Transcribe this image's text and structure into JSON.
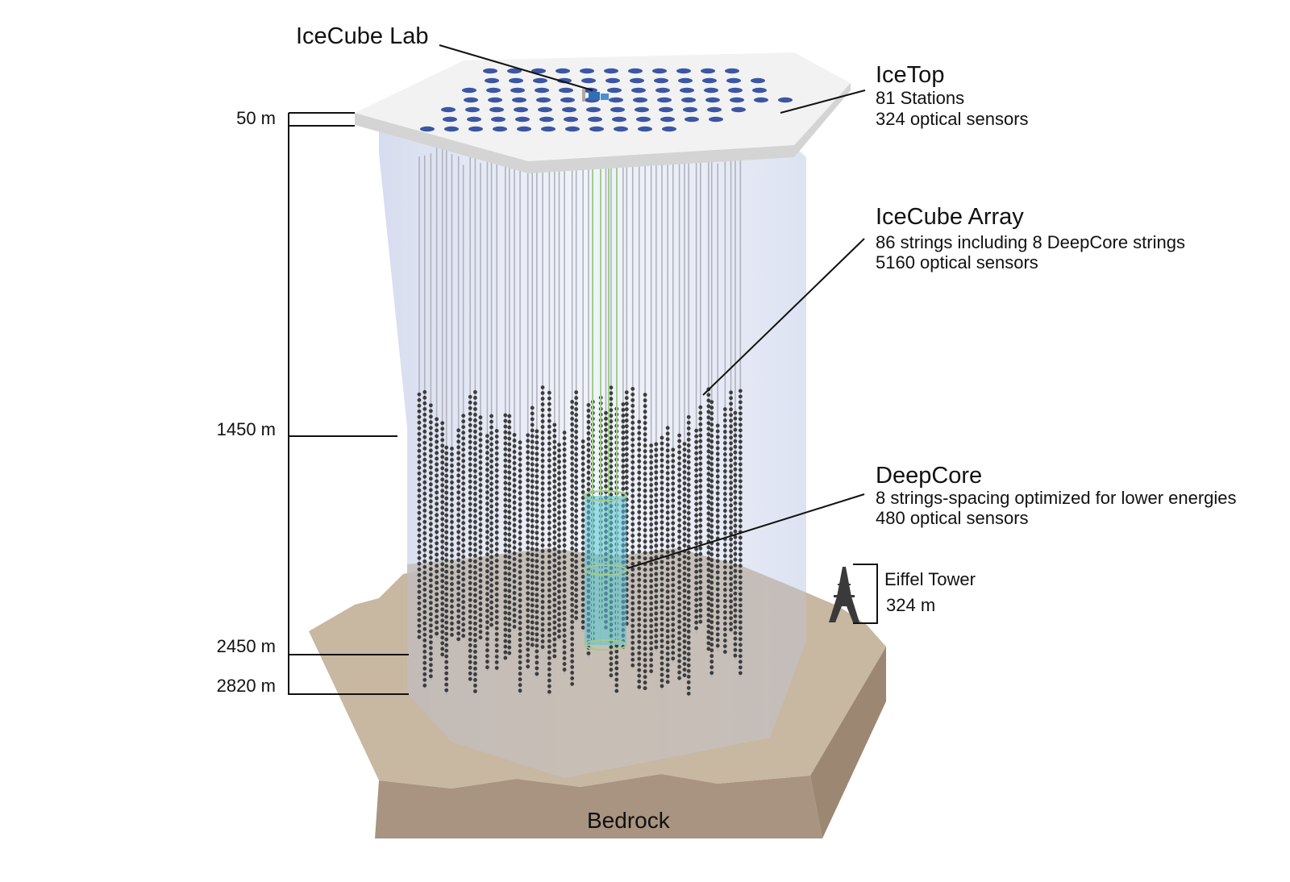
{
  "labels": {
    "icecube_lab": "IceCube Lab",
    "icetop": {
      "title": "IceTop",
      "line1": "81 Stations",
      "line2": "324 optical sensors"
    },
    "array": {
      "title": "IceCube Array",
      "line1": "86 strings including 8 DeepCore strings",
      "line2": "5160 optical sensors"
    },
    "deepcore": {
      "title": "DeepCore",
      "line1": "8 strings-spacing optimized for lower energies",
      "line2": "480 optical sensors"
    },
    "eiffel": {
      "title": "Eiffel Tower",
      "height": "324 m"
    },
    "bedrock": "Bedrock"
  },
  "depths": [
    "50 m",
    "1450 m",
    "2450 m",
    "2820 m"
  ],
  "colors": {
    "ice": "#dfe5f3",
    "surface_top": "#f2f2f2",
    "surface_edge": "#d4d4d4",
    "station": "#3b56a3",
    "string": "#b0b3bd",
    "sensor": "#3c3c3c",
    "bedrock_top": "#c8b7a1",
    "bedrock_side": "#a89480",
    "deepcore": "#59c3db",
    "deepcore_string": "#9fd08a"
  }
}
